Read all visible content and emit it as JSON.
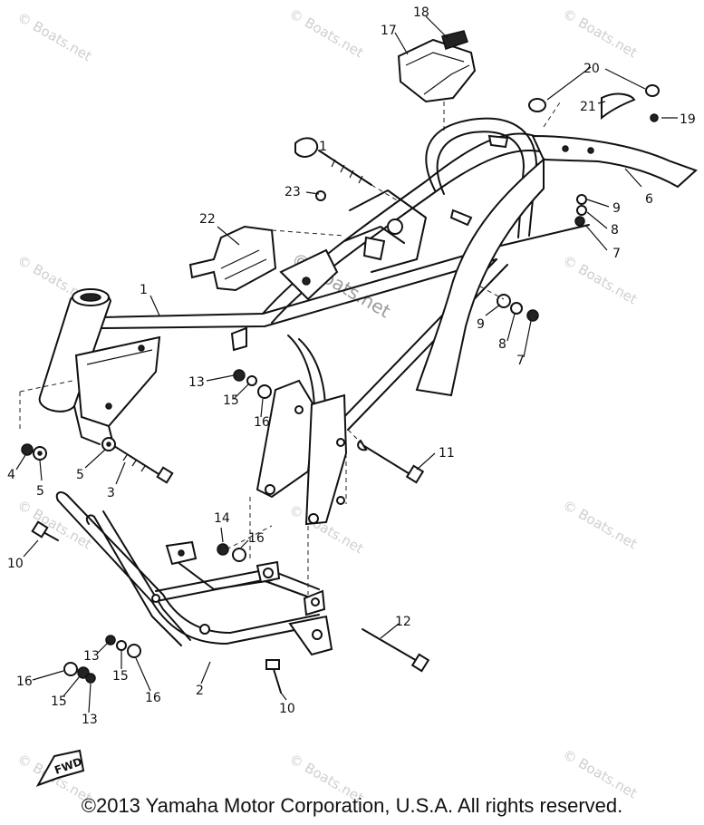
{
  "watermark": "© Boats.net",
  "center_watermark": "© Boats.net",
  "fwd_label": "FWD",
  "copyright": "©2013 Yamaha Motor Corporation, U.S.A. All rights reserved.",
  "callouts": [
    {
      "id": "c18",
      "label": "18"
    },
    {
      "id": "c17",
      "label": "17"
    },
    {
      "id": "c20",
      "label": "20"
    },
    {
      "id": "c21",
      "label": "21"
    },
    {
      "id": "c19",
      "label": "19"
    },
    {
      "id": "c1a",
      "label": "1"
    },
    {
      "id": "c23",
      "label": "23"
    },
    {
      "id": "c6",
      "label": "6"
    },
    {
      "id": "c9a",
      "label": "9"
    },
    {
      "id": "c8a",
      "label": "8"
    },
    {
      "id": "c7a",
      "label": "7"
    },
    {
      "id": "c22",
      "label": "22"
    },
    {
      "id": "c1",
      "label": "1"
    },
    {
      "id": "c9b",
      "label": "9"
    },
    {
      "id": "c8b",
      "label": "8"
    },
    {
      "id": "c7b",
      "label": "7"
    },
    {
      "id": "c13a",
      "label": "13"
    },
    {
      "id": "c15a",
      "label": "15"
    },
    {
      "id": "c16a",
      "label": "16"
    },
    {
      "id": "c4",
      "label": "4"
    },
    {
      "id": "c5a",
      "label": "5"
    },
    {
      "id": "c5b",
      "label": "5"
    },
    {
      "id": "c3",
      "label": "3"
    },
    {
      "id": "c11",
      "label": "11"
    },
    {
      "id": "c14",
      "label": "14"
    },
    {
      "id": "c16b",
      "label": "16"
    },
    {
      "id": "c10a",
      "label": "10"
    },
    {
      "id": "c12",
      "label": "12"
    },
    {
      "id": "c13b",
      "label": "13"
    },
    {
      "id": "c15b",
      "label": "15"
    },
    {
      "id": "c16c",
      "label": "16"
    },
    {
      "id": "c2",
      "label": "2"
    },
    {
      "id": "c16d",
      "label": "16"
    },
    {
      "id": "c15c",
      "label": "15"
    },
    {
      "id": "c13c",
      "label": "13"
    },
    {
      "id": "c10b",
      "label": "10"
    }
  ]
}
